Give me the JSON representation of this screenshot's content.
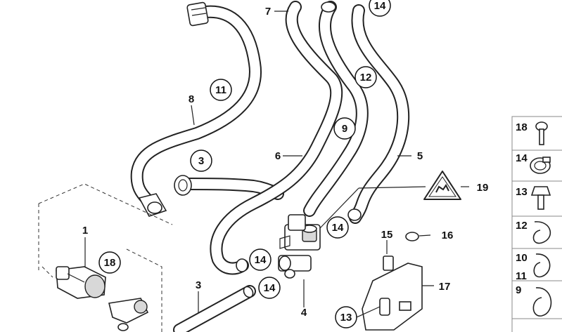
{
  "callouts": {
    "c1": "1",
    "c3a": "3",
    "c3b": "3",
    "c4": "4",
    "c5": "5",
    "c6": "6",
    "c7": "7",
    "c8": "8",
    "c9": "9",
    "c11": "11",
    "c12": "12",
    "c13": "13",
    "c14a": "14",
    "c14b": "14",
    "c14c": "14",
    "c14d": "14",
    "c15": "15",
    "c16": "16",
    "c17": "17",
    "c18": "18",
    "c19": "19"
  },
  "panel": {
    "p18": "18",
    "p14": "14",
    "p13": "13",
    "p12": "12",
    "p10": "10",
    "p11": "11",
    "p9": "9"
  }
}
